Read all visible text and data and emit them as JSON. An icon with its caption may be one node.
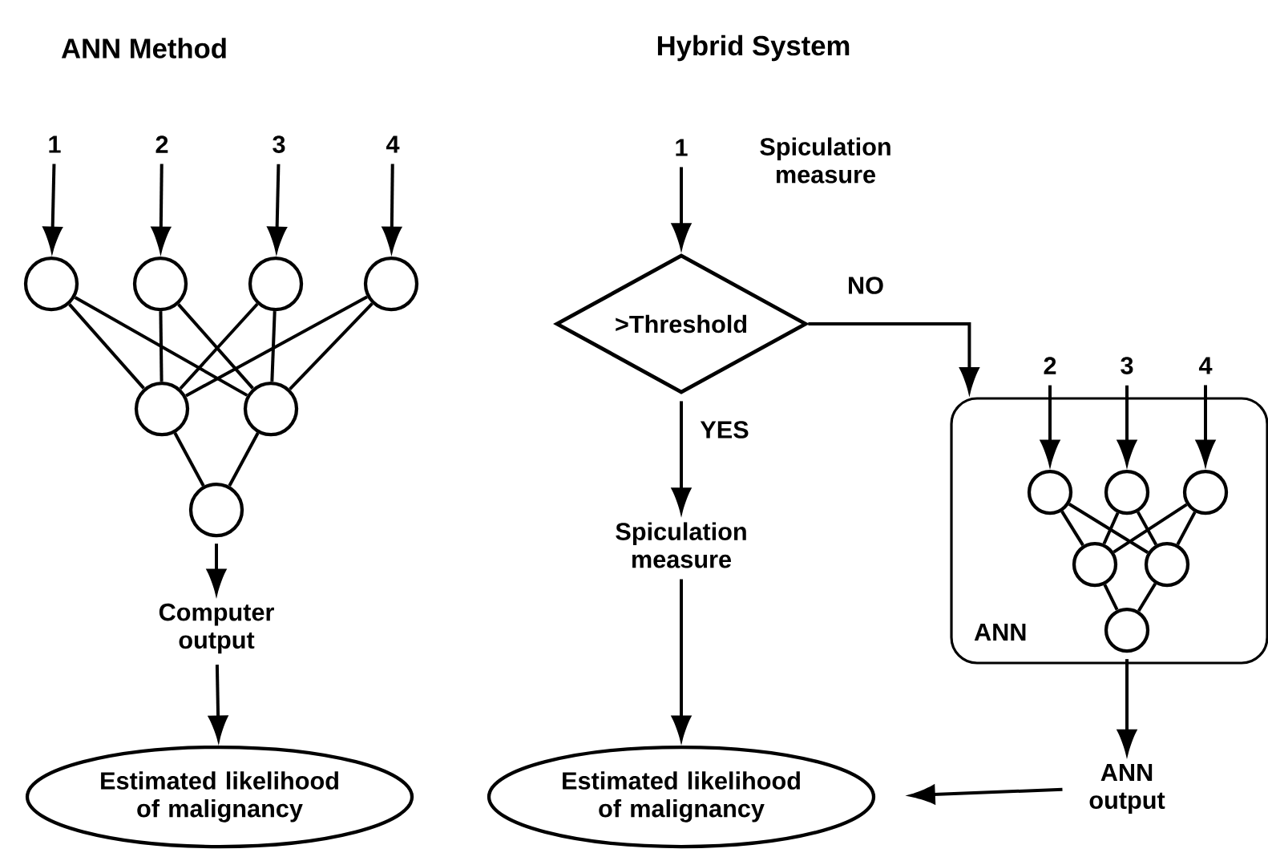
{
  "diagram": {
    "nodes": [
      {
        "text": [
          "1"
        ]
      },
      {
        "text": [
          "2"
        ]
      },
      {
        "text": [
          "3"
        ]
      },
      {
        "text": [
          "4"
        ]
      },
      {
        "text": [],
        "shape": "circle"
      },
      {
        "text": [],
        "shape": "circle"
      },
      {
        "text": [],
        "shape": "circle"
      },
      {
        "text": [],
        "shape": "circle"
      },
      {
        "text": [],
        "shape": "circle"
      },
      {
        "text": [],
        "shape": "circle"
      },
      {
        "text": [],
        "shape": "circle"
      },
      {
        "text": [
          "Computer output"
        ]
      },
      {
        "text": [
          "Estimated likelihood of malignancy"
        ]
      },
      {
        "text": [
          "1"
        ],
        "beside": [
          "Spiculation measure"
        ]
      },
      {
        "text": [
          ">Threshold"
        ]
      },
      {
        "text": [
          "Spiculation measure"
        ]
      },
      {
        "text": [
          "Estimated likelihood of malignancy"
        ]
      },
      {
        "text": [
          "ANN"
        ]
      },
      {
        "text": [
          "2"
        ]
      },
      {
        "text": [
          "3"
        ]
      },
      {
        "text": [
          "4"
        ]
      },
      {
        "text": [],
        "shape": "circle",
        "in": 17
      },
      {
        "text": [],
        "shape": "circle",
        "in": 17
      },
      {
        "text": [],
        "shape": "circle",
        "in": 17
      },
      {
        "text": [],
        "shape": "circle",
        "in": 17
      },
      {
        "text": [],
        "shape": "circle",
        "in": 17
      },
      {
        "text": [],
        "shape": "circle",
        "in": 17
      },
      {
        "text": [
          "ANN output"
        ]
      }
    ],
    "edges": [
      {
        "from": 0,
        "to": 4,
        "arrow": "to"
      },
      {
        "from": 1,
        "to": 5,
        "arrow": "to"
      },
      {
        "from": 2,
        "to": 6,
        "arrow": "to"
      },
      {
        "from": 3,
        "to": 7,
        "arrow": "to"
      },
      {
        "from": 4,
        "to": 8,
        "arrow": "none"
      },
      {
        "from": 4,
        "to": 9,
        "arrow": "none"
      },
      {
        "from": 5,
        "to": 8,
        "arrow": "none"
      },
      {
        "from": 5,
        "to": 9,
        "arrow": "none"
      },
      {
        "from": 6,
        "to": 8,
        "arrow": "none"
      },
      {
        "from": 6,
        "to": 9,
        "arrow": "none"
      },
      {
        "from": 7,
        "to": 8,
        "arrow": "none"
      },
      {
        "from": 7,
        "to": 9,
        "arrow": "none"
      },
      {
        "from": 8,
        "to": 10,
        "arrow": "none"
      },
      {
        "from": 9,
        "to": 10,
        "arrow": "none"
      },
      {
        "from": 10,
        "to": 11,
        "arrow": "to"
      },
      {
        "from": 11,
        "to": 12,
        "arrow": "to"
      },
      {
        "from": 13,
        "to": 14,
        "arrow": "to"
      },
      {
        "from": 14,
        "to": 17,
        "arrow": "to",
        "label": "NO"
      },
      {
        "from": 14,
        "to": 15,
        "arrow": "to",
        "label": "YES"
      },
      {
        "from": 15,
        "to": 16,
        "arrow": "to"
      },
      {
        "from": 18,
        "to": 21,
        "arrow": "to"
      },
      {
        "from": 19,
        "to": 22,
        "arrow": "to"
      },
      {
        "from": 20,
        "to": 23,
        "arrow": "to"
      },
      {
        "from": 21,
        "to": 24,
        "arrow": "none"
      },
      {
        "from": 21,
        "to": 25,
        "arrow": "none"
      },
      {
        "from": 22,
        "to": 24,
        "arrow": "none"
      },
      {
        "from": 22,
        "to": 25,
        "arrow": "none"
      },
      {
        "from": 23,
        "to": 24,
        "arrow": "none"
      },
      {
        "from": 23,
        "to": 25,
        "arrow": "none"
      },
      {
        "from": 24,
        "to": 26,
        "arrow": "none"
      },
      {
        "from": 25,
        "to": 26,
        "arrow": "none"
      },
      {
        "from": 26,
        "to": 27,
        "arrow": "to"
      },
      {
        "from": 27,
        "to": 16,
        "arrow": "to"
      }
    ],
    "labels": [
      "ANN Method",
      "Hybrid System"
    ]
  }
}
